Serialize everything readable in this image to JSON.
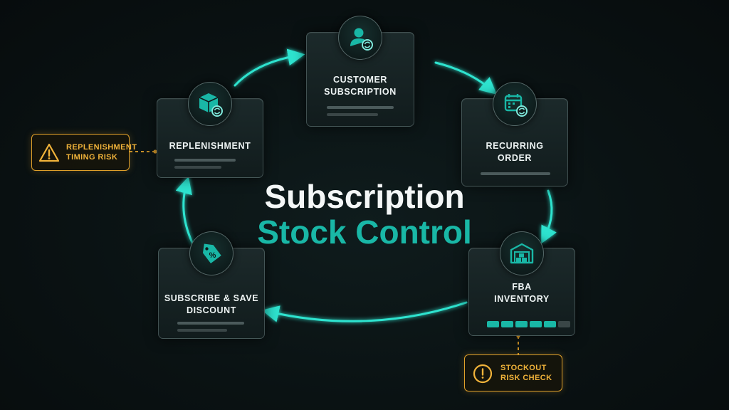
{
  "title": {
    "line1": "Subscription",
    "line2": "Stock Control"
  },
  "steps": [
    {
      "id": "customer-subscription",
      "line1": "CUSTOMER",
      "line2": "SUBSCRIPTION",
      "icon": "user-refresh-icon"
    },
    {
      "id": "recurring-order",
      "line1": "RECURRING",
      "line2": "ORDER",
      "icon": "calendar-refresh-icon"
    },
    {
      "id": "fba-inventory",
      "line1": "FBA",
      "line2": "INVENTORY",
      "icon": "warehouse-icon"
    },
    {
      "id": "subscribe-save-discount",
      "line1": "SUBSCRIBE & SAVE",
      "line2": "DISCOUNT",
      "icon": "discount-tag-icon"
    },
    {
      "id": "replenishment",
      "line1": "REPLENISHMENT",
      "line2": "",
      "icon": "box-refresh-icon"
    }
  ],
  "risks": [
    {
      "id": "replenishment-timing-risk",
      "line1": "REPLENISHMENT",
      "line2": "TIMING RISK",
      "icon": "warning-triangle-icon"
    },
    {
      "id": "stockout-risk-check",
      "line1": "STOCKOUT",
      "line2": "RISK CHECK",
      "icon": "alert-circle-icon"
    }
  ],
  "inventory_level": {
    "filled_segments": 5,
    "total_segments": 6
  },
  "colors": {
    "accent": "#19b7a6",
    "arrow": "#2ee3cf",
    "risk": "#e0a02a",
    "title": "#f4f7f7"
  }
}
